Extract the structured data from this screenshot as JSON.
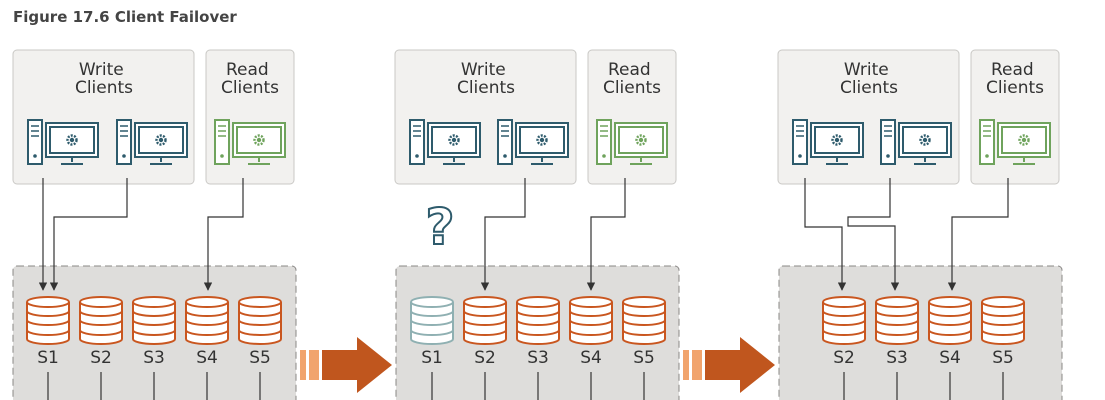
{
  "figure": {
    "title": "Figure 17.6 Client Failover"
  },
  "stages": [
    {
      "write_label": [
        "Write",
        "Clients"
      ],
      "read_label": [
        "Read",
        "Clients"
      ],
      "servers": [
        "S1",
        "S2",
        "S3",
        "S4",
        "S5"
      ],
      "failed_server": null,
      "question_mark": ""
    },
    {
      "write_label": [
        "Write",
        "Clients"
      ],
      "read_label": [
        "Read",
        "Clients"
      ],
      "servers": [
        "S1",
        "S2",
        "S3",
        "S4",
        "S5"
      ],
      "failed_server": "S1",
      "question_mark": "?"
    },
    {
      "write_label": [
        "Write",
        "Clients"
      ],
      "read_label": [
        "Read",
        "Clients"
      ],
      "servers": [
        "S2",
        "S3",
        "S4",
        "S5"
      ],
      "failed_server": null,
      "question_mark": ""
    }
  ],
  "colors": {
    "write_client": "#2e5b6c",
    "read_client": "#6fa35c",
    "db_active": "#c9561f",
    "db_failed": "#8fb0b2",
    "arrow": "#c0561e",
    "arrow_light": "#f1a46d",
    "box_fill": "#f2f1ef",
    "group_fill": "#dedddb",
    "line": "#333333"
  },
  "icons": [
    "desktop-computer-icon",
    "database-icon",
    "question-mark-icon",
    "failover-arrow-icon"
  ]
}
